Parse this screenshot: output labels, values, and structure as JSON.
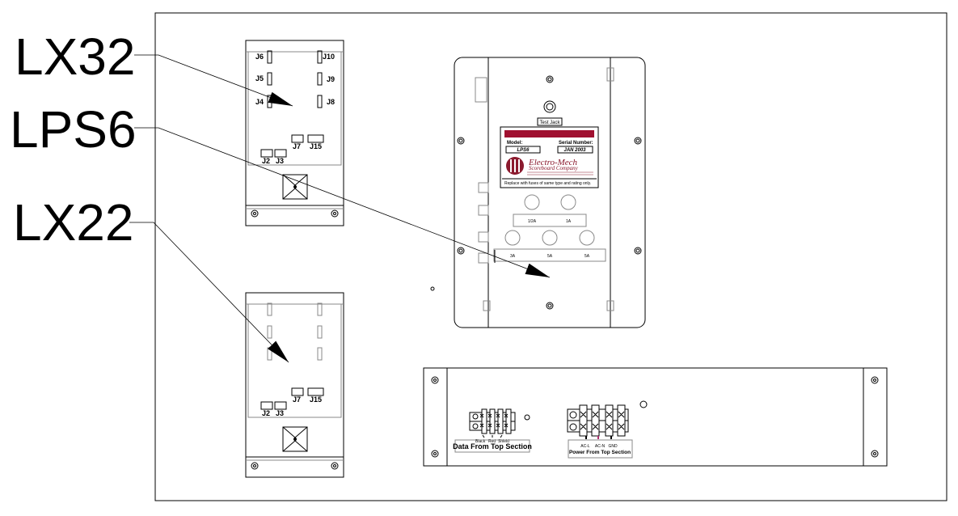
{
  "callouts": {
    "lx32": "LX32",
    "lps6": "LPS6",
    "lx22": "LX22"
  },
  "lx32_board": {
    "connectors": [
      "J6",
      "J5",
      "J4",
      "J10",
      "J9",
      "J8",
      "J7",
      "J15",
      "J2",
      "J3"
    ]
  },
  "lx22_board": {
    "connectors": [
      "J7",
      "J15",
      "J2",
      "J3"
    ]
  },
  "power_supply": {
    "test_jack": "Test Jack",
    "model_label": "Model:",
    "model_value": "LPS6",
    "serial_label": "Serial Number:",
    "serial_value": "JAN 2003",
    "company_line1": "Electro-Mech",
    "company_line2": "Scoreboard Company",
    "fuse_note": "Replace with fuses of same type and rating only.",
    "fuse_row1": [
      "1/2A",
      "1A"
    ],
    "fuse_row2": [
      "3A",
      "5A",
      "5A"
    ]
  },
  "bottom_panel": {
    "data_wires": [
      "Black",
      "Red",
      "Shield"
    ],
    "data_caption": "Data From Top Section",
    "power_wires": [
      "AC-L",
      "AC-N",
      "GND"
    ],
    "power_caption": "Power From Top Section"
  },
  "colors": {
    "label_band": "#a01030",
    "logo": "#8b1a2e"
  }
}
